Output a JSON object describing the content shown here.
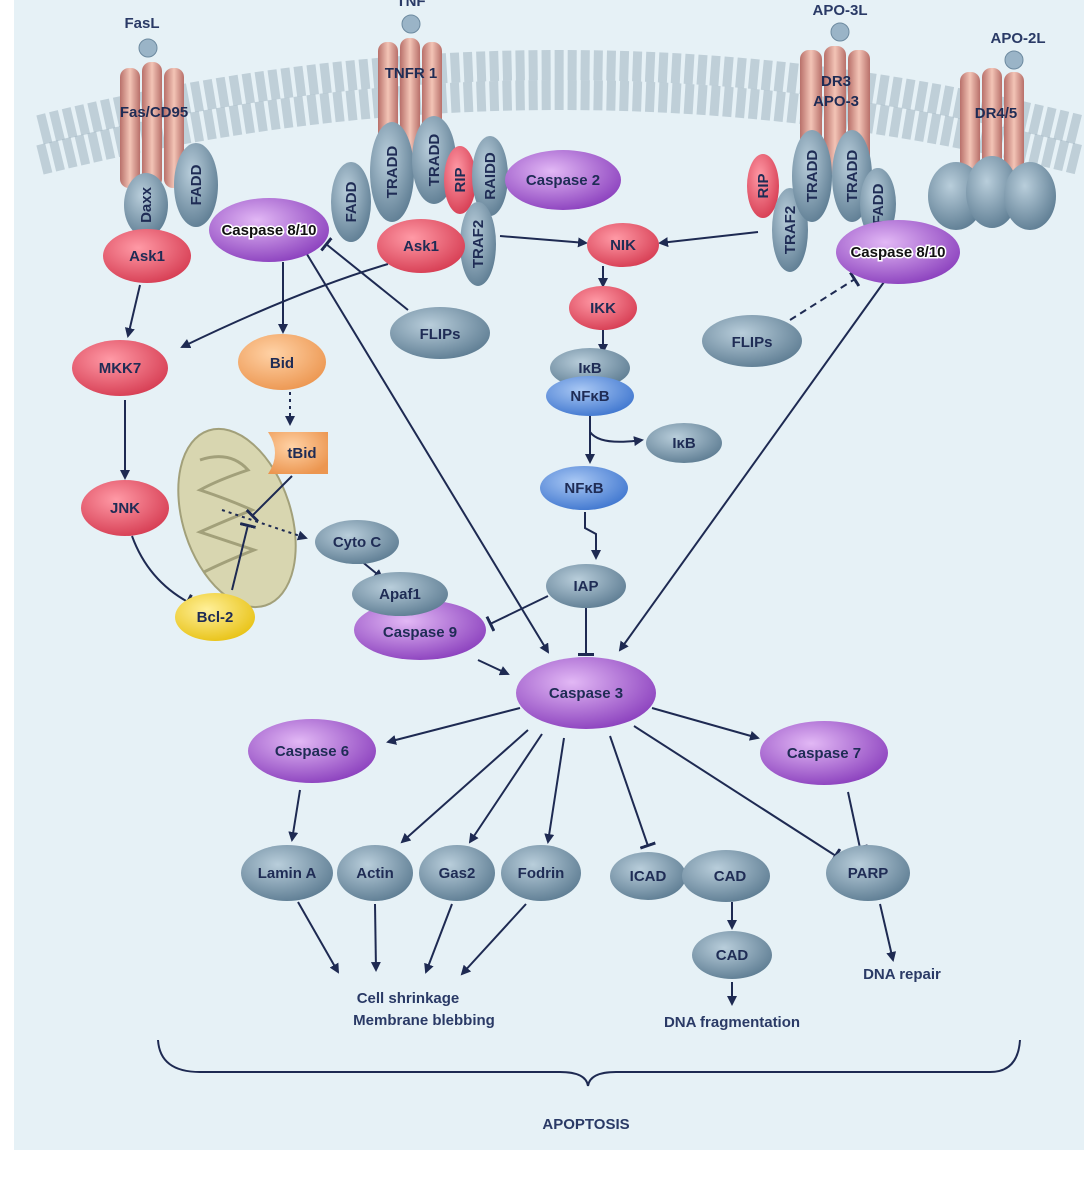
{
  "colors": {
    "background": "#e6f1f6",
    "grey_node": "#6f8ea3",
    "red_node": "#e0485c",
    "purple_node": "#9a4fc6",
    "orange_node": "#f0a060",
    "blue_node": "#4f86d6",
    "yellow_node": "#f1cf1e",
    "receptor": "#e3a89a",
    "ligand": "#9ab4c7",
    "line": "#1e2a52"
  },
  "ligands": {
    "fasl": "FasL",
    "tnf": "TNF",
    "apo3l": "APO-3L",
    "apo2l": "APO-2L"
  },
  "receptors": {
    "fas": "Fas/CD95",
    "tnfr1": "TNFR 1",
    "dr3": "DR3",
    "apo3": "APO-3",
    "dr45": "DR4/5"
  },
  "adaptors": {
    "daxx": "Daxx",
    "fadd": "FADD",
    "tradd": "TRADD",
    "rip": "RIP",
    "raidd": "RAIDD",
    "traf2": "TRAF2"
  },
  "nodes": {
    "caspase_8_10": "Caspase 8/10",
    "caspase_2": "Caspase 2",
    "ask1": "Ask1",
    "nik": "NIK",
    "ikk": "IKK",
    "flips": "FLIPs",
    "mkk7": "MKK7",
    "bid": "Bid",
    "tbid": "tBid",
    "jnk": "JNK",
    "bcl2": "Bcl-2",
    "ikb": "IκB",
    "nfkb": "NFκB",
    "cytoc": "Cyto C",
    "apaf1": "Apaf1",
    "iap": "IAP",
    "caspase_9": "Caspase 9",
    "caspase_3": "Caspase 3",
    "caspase_6": "Caspase 6",
    "caspase_7": "Caspase 7",
    "lamin_a": "Lamin A",
    "actin": "Actin",
    "gas2": "Gas2",
    "fodrin": "Fodrin",
    "icad": "ICAD",
    "cad": "CAD",
    "parp": "PARP"
  },
  "outcomes": {
    "shrinkage": "Cell shrinkage",
    "blebbing": "Membrane blebbing",
    "dna_frag": "DNA fragmentation",
    "dna_repair": "DNA repair",
    "apoptosis": "APOPTOSIS"
  }
}
